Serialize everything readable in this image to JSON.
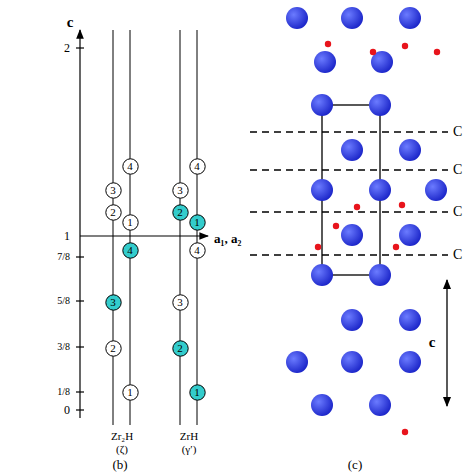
{
  "diagram": {
    "nodes": [
      {
        "text": [
          "4"
        ]
      },
      {
        "text": [
          "4"
        ]
      },
      {
        "text": [
          "3"
        ]
      },
      {
        "text": [
          "3"
        ]
      },
      {
        "text": [
          "2"
        ]
      },
      {
        "text": [
          "2"
        ]
      },
      {
        "text": [
          "1"
        ]
      },
      {
        "text": [
          "1"
        ]
      },
      {
        "text": [
          "4"
        ]
      },
      {
        "text": [
          "4"
        ]
      },
      {
        "text": [
          "3"
        ]
      },
      {
        "text": [
          "3"
        ]
      },
      {
        "text": [
          "2"
        ]
      },
      {
        "text": [
          "2"
        ]
      },
      {
        "text": [
          "1"
        ]
      },
      {
        "text": [
          "1"
        ]
      }
    ],
    "labels": [
      "c",
      "2",
      "1",
      "7/8",
      "5/8",
      "3/8",
      "1/8",
      "0",
      "a₁, a₂",
      "Zr₂H",
      "(ζ)",
      "ZrH",
      "(γ′)",
      "(b)",
      "C",
      "C",
      "C",
      "C",
      "c",
      "(c)"
    ]
  }
}
